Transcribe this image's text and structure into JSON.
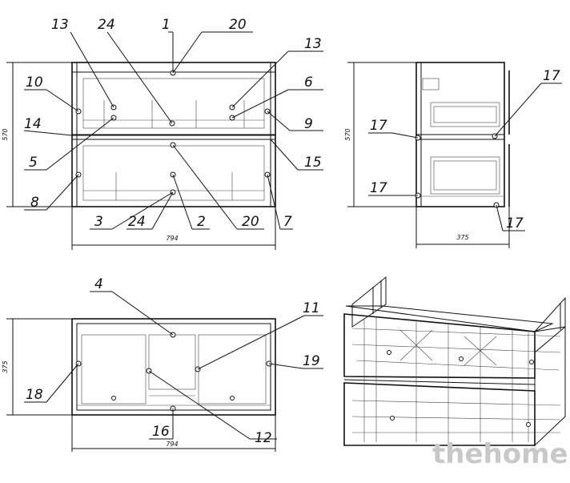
{
  "front_view": {
    "labels": [
      "13",
      "24",
      "1",
      "20",
      "13",
      "10",
      "6",
      "14",
      "9",
      "5",
      "15",
      "8",
      "7",
      "3",
      "24",
      "2",
      "20"
    ],
    "height_dim": "570",
    "width_dim": "794"
  },
  "side_view": {
    "labels": [
      "17",
      "17",
      "17",
      "17"
    ],
    "height_dim": "570",
    "depth_dim": "375"
  },
  "top_view": {
    "labels": [
      "4",
      "11",
      "19",
      "18",
      "16",
      "12"
    ],
    "depth_dim": "375",
    "width_dim": "794"
  },
  "watermark": "thehome"
}
